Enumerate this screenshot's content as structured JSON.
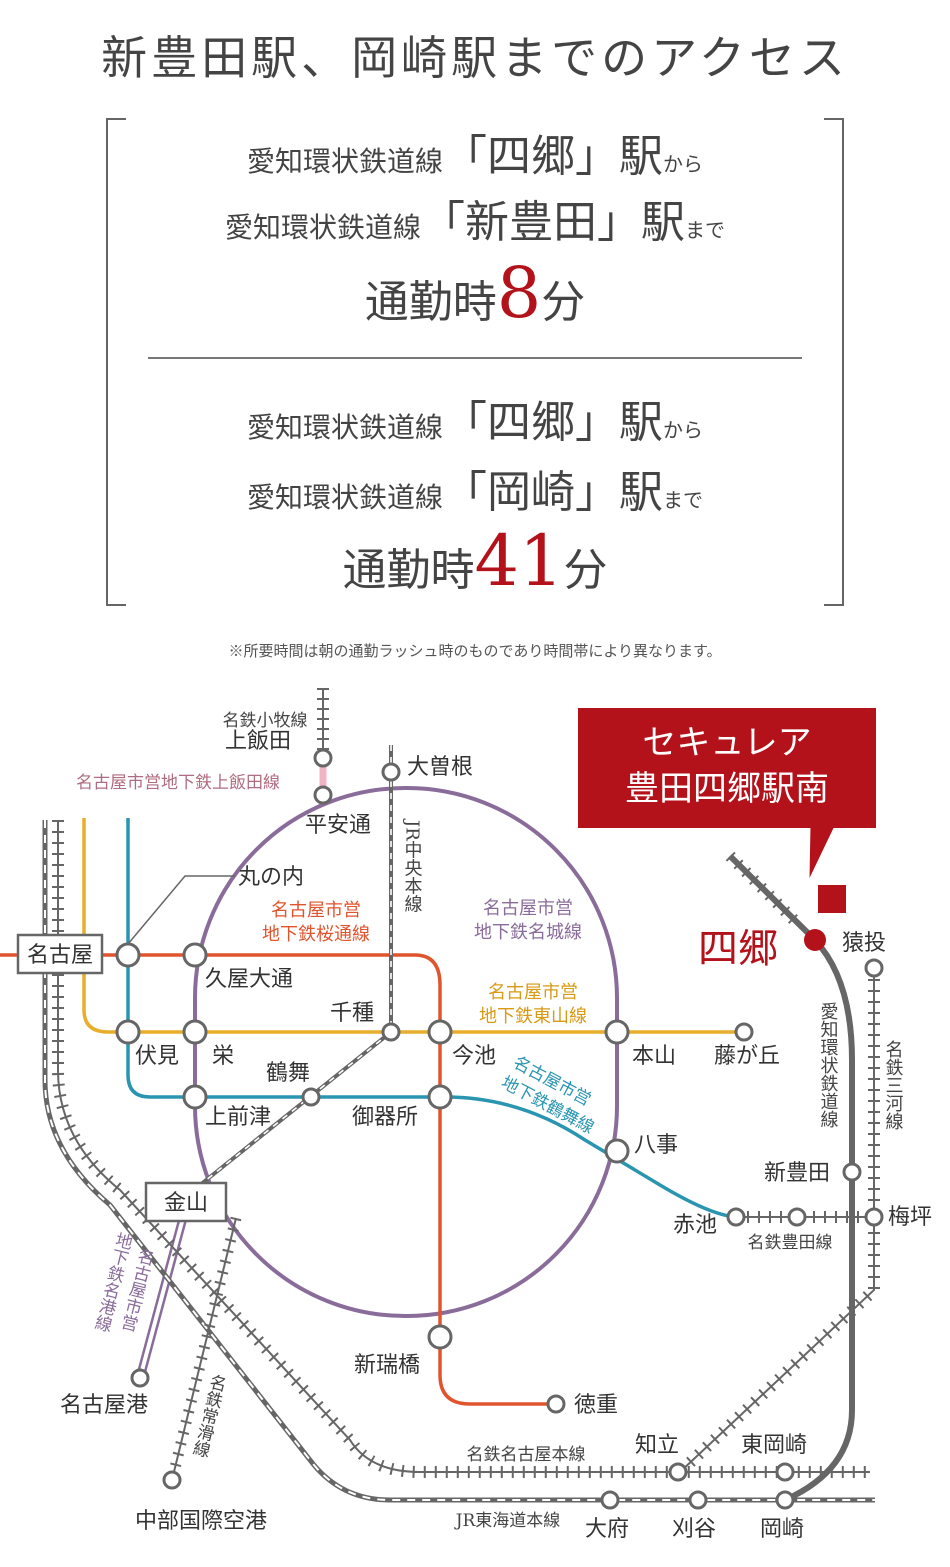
{
  "title": "新豊田駅、岡崎駅までのアクセス",
  "route1": {
    "from_line": "愛知環状鉄道線",
    "from_station": "「四郷」",
    "from_eki": "駅",
    "from_suffix": "から",
    "to_line": "愛知環状鉄道線",
    "to_station": "「新豊田」",
    "to_eki": "駅",
    "to_suffix": "まで",
    "time_label": "通勤時",
    "time_value": "8",
    "time_unit": "分"
  },
  "route2": {
    "from_line": "愛知環状鉄道線",
    "from_station": "「四郷」",
    "from_eki": "駅",
    "from_suffix": "から",
    "to_line": "愛知環状鉄道線",
    "to_station": "「岡崎」",
    "to_eki": "駅",
    "to_suffix": "まで",
    "time_label": "通勤時",
    "time_value": "41",
    "time_unit": "分"
  },
  "note": "※所要時間は朝の通勤ラッシュ時のものであり時間帯により異なります。",
  "destination": {
    "line1": "セキュレア",
    "line2": "豊田四郷駅南"
  },
  "colors": {
    "accent": "#b4121b",
    "sakura_dori": "#e0542e",
    "meijo": "#8a6c9a",
    "higashiyama": "#e8ad2a",
    "tsurumai": "#2a95b0",
    "kamiiida": "#f1b4c7",
    "rail": "#666666",
    "text": "#444444"
  },
  "map": {
    "stations": {
      "nagoya": "名古屋",
      "kanayama": "金山",
      "kamiiida": "上飯田",
      "heiandori": "平安通",
      "ozone": "大曽根",
      "marunouchi": "丸の内",
      "hisaya": "久屋大通",
      "fushimi": "伏見",
      "sakae": "栄",
      "chikusa": "千種",
      "imaike": "今池",
      "motoyama": "本山",
      "fujigaoka": "藤が丘",
      "tsurumai": "鶴舞",
      "kamimaezu": "上前津",
      "gokiso": "御器所",
      "yagoto": "八事",
      "akaike": "赤池",
      "umetsubo": "梅坪",
      "shintoyota": "新豊田",
      "shigo": "四郷",
      "sanage": "猿投",
      "shinmizuhashi": "新瑞橋",
      "tokushige": "徳重",
      "nagoyako": "名古屋港",
      "centrair": "中部国際空港",
      "chiryu": "知立",
      "higashiokazaki": "東岡崎",
      "obu": "大府",
      "kariya": "刈谷",
      "okazaki": "岡崎"
    },
    "lines": {
      "meitetsu_komaki": "名鉄小牧線",
      "kamiiida_line": "名古屋市営地下鉄上飯田線",
      "jr_chuo": "JR中央本線",
      "sakura_1": "名古屋市営",
      "sakura_2": "地下鉄桜通線",
      "meijo_1": "名古屋市営",
      "meijo_2": "地下鉄名城線",
      "higashiyama_1": "名古屋市営",
      "higashiyama_2": "地下鉄東山線",
      "tsurumai_1": "名古屋市営",
      "tsurumai_2": "地下鉄鶴舞線",
      "meiko_1": "名古屋市営",
      "meiko_2": "地下鉄名港線",
      "aikan": "愛知環状鉄道線",
      "mikawa": "名鉄三河線",
      "toyota_line": "名鉄豊田線",
      "tokoname": "名鉄常滑線",
      "meitetsu_nagoya": "名鉄名古屋本線",
      "jr_tokaido": "JR東海道本線"
    }
  }
}
